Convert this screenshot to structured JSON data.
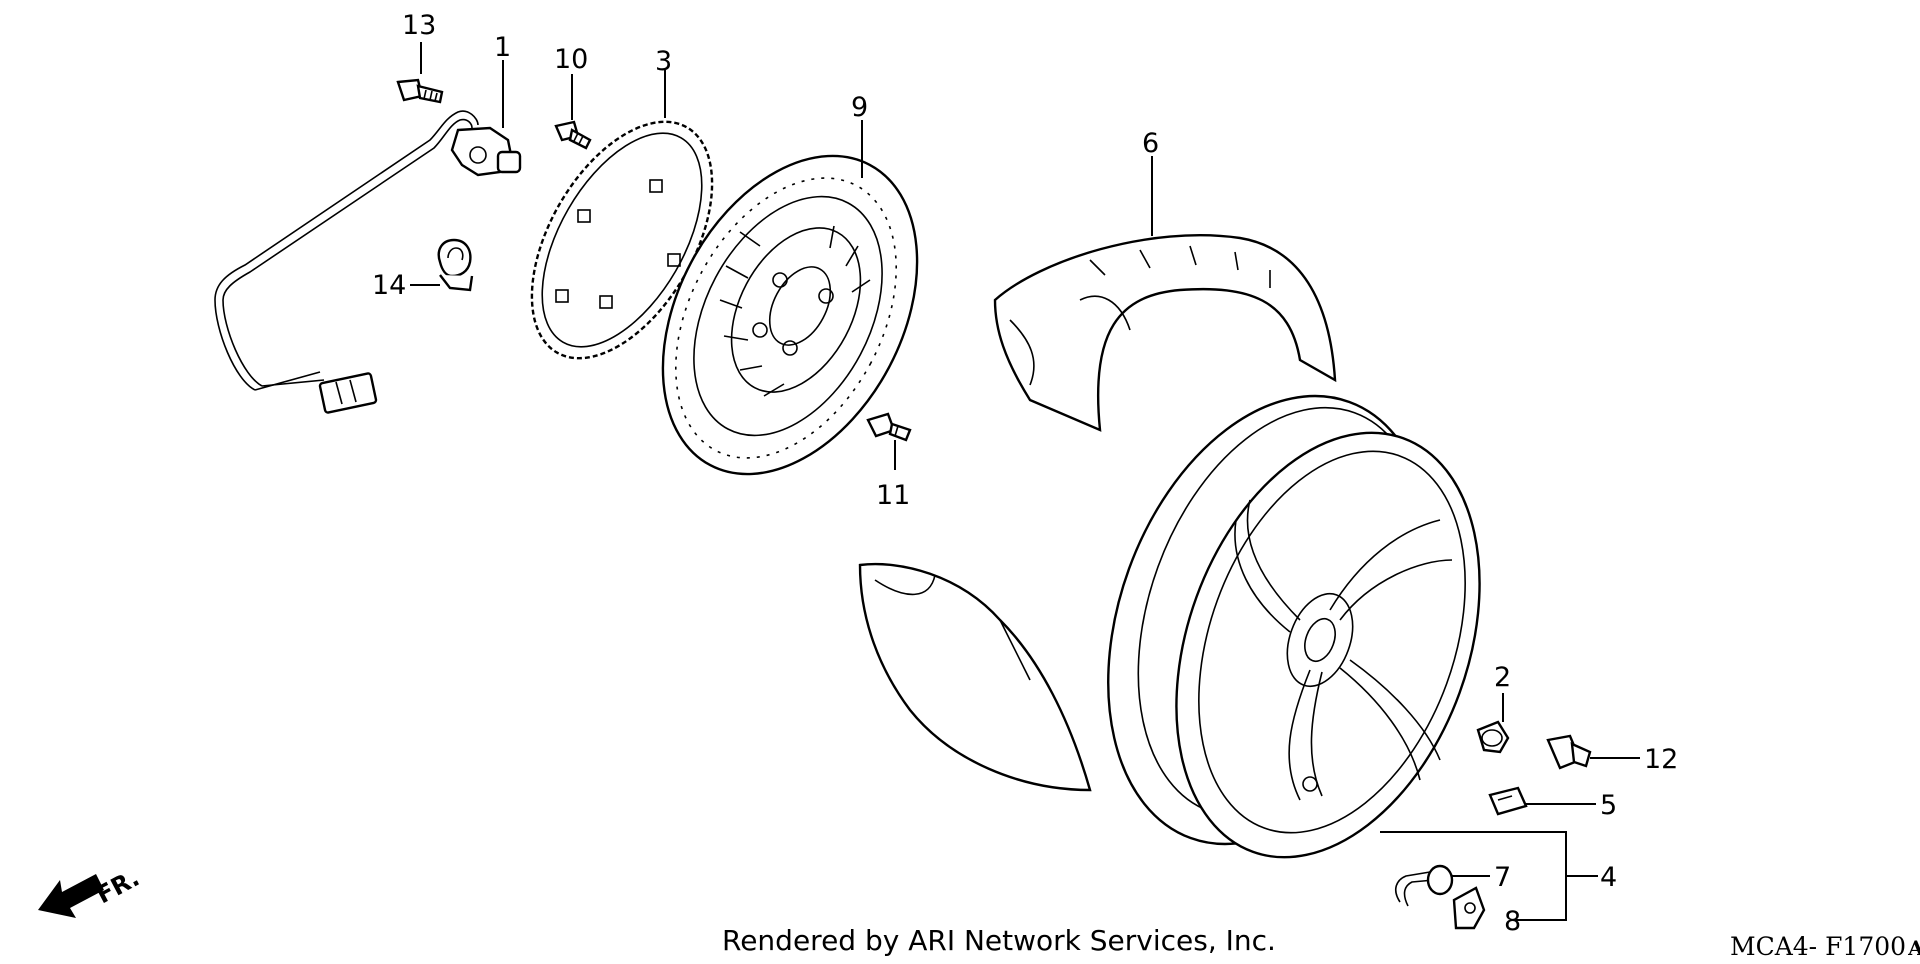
{
  "diagram": {
    "callouts": [
      {
        "id": "callout-1",
        "label": "1"
      },
      {
        "id": "callout-2",
        "label": "2"
      },
      {
        "id": "callout-3",
        "label": "3"
      },
      {
        "id": "callout-4",
        "label": "4"
      },
      {
        "id": "callout-5",
        "label": "5"
      },
      {
        "id": "callout-6",
        "label": "6"
      },
      {
        "id": "callout-7",
        "label": "7"
      },
      {
        "id": "callout-8",
        "label": "8"
      },
      {
        "id": "callout-9",
        "label": "9"
      },
      {
        "id": "callout-10",
        "label": "10"
      },
      {
        "id": "callout-11",
        "label": "11"
      },
      {
        "id": "callout-12",
        "label": "12"
      },
      {
        "id": "callout-13",
        "label": "13"
      },
      {
        "id": "callout-14",
        "label": "14"
      }
    ],
    "direction_label": "FR.",
    "footer_text": "Rendered by ARI Network Services, Inc.",
    "diagram_code": "MCA4- F1700",
    "diagram_code_suffix": "A"
  }
}
